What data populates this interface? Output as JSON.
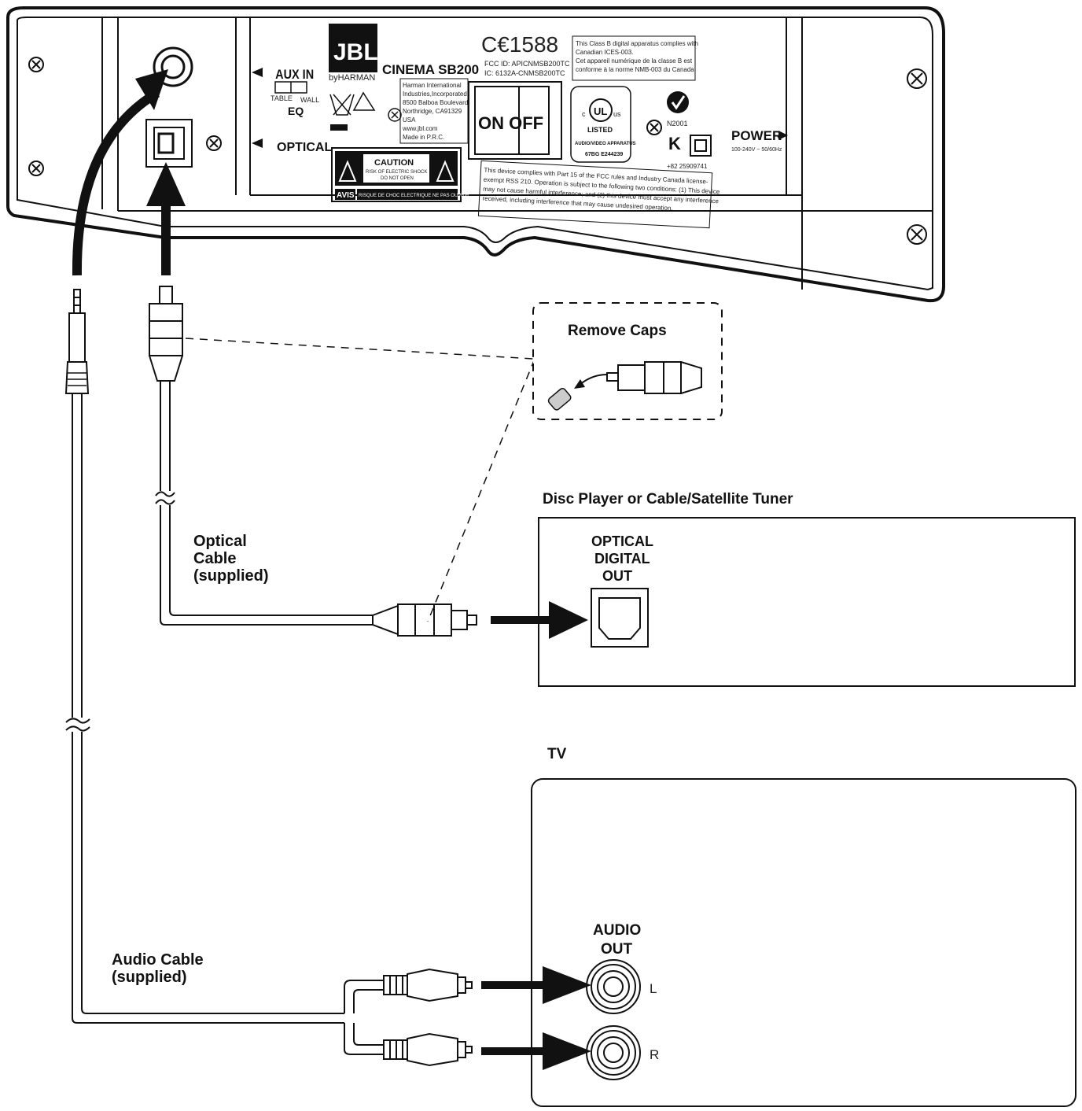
{
  "panel": {
    "brand": "JBL",
    "by_harman": "byHARMAN",
    "model": "CINEMA SB200",
    "aux_in": "AUX IN",
    "eq": "EQ",
    "eq_table": "TABLE",
    "eq_wall": "WALL",
    "optical": "OPTICAL",
    "power": "POWER",
    "power_spec": "100-240V ~ 50/60Hz",
    "on_off": "ON OFF",
    "ce_mark": "C€1588",
    "fcc_id": "FCC ID: APICNMSB200TC",
    "ic_id": "IC: 6132A-CNMSB200TC",
    "canada_notice": [
      "This Class B digital apparatus complies with",
      "Canadian ICES-003.",
      "Cet appareil numérique de la classe B est",
      "conforme à la norme NMB-003 du Canada."
    ],
    "address": [
      "Harman International",
      "Industries,Incorporated",
      "8500 Balboa Boulevard,",
      "Northridge, CA91329",
      "USA",
      "www.jbl.com",
      "Made in P.R.C."
    ],
    "ul_listed": "LISTED",
    "ul_line1": "AUDIO/VIDEO APPARATUS",
    "ul_line2": "67BG E244239",
    "n_code": "N2001",
    "kc_number": "+82 25909741",
    "caution_title": "CAUTION",
    "caution_line1": "RISK OF ELECTRIC SHOCK",
    "caution_line2": "DO NOT OPEN",
    "avis": "AVIS",
    "avis_text": "RISQUE DE CHOC ELECTRIQUE NE PAS OUVRIR",
    "fcc_notice": [
      "This device complies with Part 15 of the FCC rules  and  Industry  Canada license-",
      "exempt RSS 210. Operation is subject to the following two conditions: (1) This device",
      "may not cause harmful interference; and (2) this device must accept any interference",
      "received, including interference that may cause undesired operation."
    ]
  },
  "labels": {
    "remove_caps": "Remove Caps",
    "disc_player": "Disc Player or Cable/Satellite Tuner",
    "optical_digital_out": [
      "OPTICAL",
      "DIGITAL",
      "OUT"
    ],
    "optical_cable": [
      "Optical",
      "Cable",
      "(supplied)"
    ],
    "tv": "TV",
    "audio_out": [
      "AUDIO",
      "OUT"
    ],
    "left": "L",
    "right": "R",
    "audio_cable": [
      "Audio Cable",
      "(supplied)"
    ]
  }
}
